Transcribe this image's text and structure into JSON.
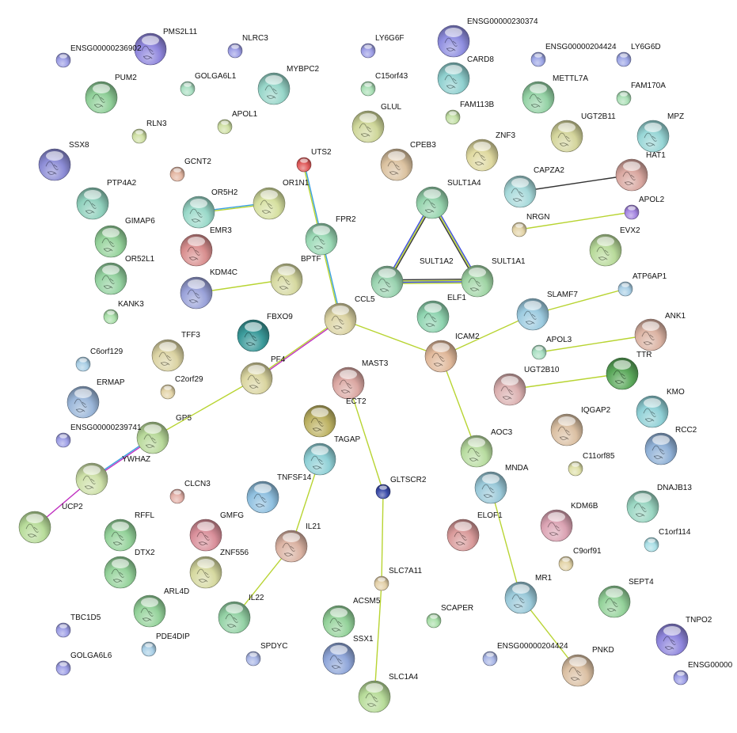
{
  "nodes": [
    {
      "id": "PMS2L11",
      "label": "PMS2L11",
      "color": "#8f86dd",
      "kind": "big",
      "structure": true
    },
    {
      "id": "ENSG00000236902",
      "label": "ENSG00000236902",
      "color": "#9d9ee6",
      "kind": "small"
    },
    {
      "id": "NLRC3",
      "label": "NLRC3",
      "color": "#9d9ee6",
      "kind": "small"
    },
    {
      "id": "LY6G6F",
      "label": "LY6G6F",
      "color": "#9d9ee6",
      "kind": "small"
    },
    {
      "id": "ENSG00000230374",
      "label": "ENSG00000230374",
      "color": "#8f8ee0",
      "kind": "big",
      "structure": true
    },
    {
      "id": "ENSG00000204424a",
      "label": "ENSG00000204424",
      "color": "#9da6e6",
      "kind": "small"
    },
    {
      "id": "LY6G6D",
      "label": "LY6G6D",
      "color": "#9da6e6",
      "kind": "small"
    },
    {
      "id": "PUM2",
      "label": "PUM2",
      "color": "#8fcf98",
      "kind": "big",
      "structure": true
    },
    {
      "id": "GOLGA6L1",
      "label": "GOLGA6L1",
      "color": "#a9dfc2",
      "kind": "small"
    },
    {
      "id": "MYBPC2",
      "label": "MYBPC2",
      "color": "#97d6c9",
      "kind": "big",
      "structure": true
    },
    {
      "id": "C15orf43",
      "label": "C15orf43",
      "color": "#a9dfb5",
      "kind": "small"
    },
    {
      "id": "CARD8",
      "label": "CARD8",
      "color": "#8fd0cf",
      "kind": "big",
      "structure": true
    },
    {
      "id": "METTL7A",
      "label": "METTL7A",
      "color": "#94d2a5",
      "kind": "big",
      "structure": true
    },
    {
      "id": "FAM170A",
      "label": "FAM170A",
      "color": "#a9dfb5",
      "kind": "small"
    },
    {
      "id": "RLN3",
      "label": "RLN3",
      "color": "#cfe0a4",
      "kind": "small"
    },
    {
      "id": "APOL1",
      "label": "APOL1",
      "color": "#cfe0a4",
      "kind": "small"
    },
    {
      "id": "GLUL",
      "label": "GLUL",
      "color": "#cfd79a",
      "kind": "big",
      "structure": true
    },
    {
      "id": "FAM113B",
      "label": "FAM113B",
      "color": "#c2dfa4",
      "kind": "small"
    },
    {
      "id": "UGT2B11",
      "label": "UGT2B11",
      "color": "#d4d59c",
      "kind": "big",
      "structure": true
    },
    {
      "id": "MPZ",
      "label": "MPZ",
      "color": "#97d6d6",
      "kind": "big",
      "structure": true
    },
    {
      "id": "SSX8",
      "label": "SSX8",
      "color": "#8c8cd6",
      "kind": "big",
      "structure": true
    },
    {
      "id": "CPEB3",
      "label": "CPEB3",
      "color": "#dbc2a0",
      "kind": "big",
      "structure": true
    },
    {
      "id": "ZNF3",
      "label": "ZNF3",
      "color": "#dfd9a0",
      "kind": "big",
      "structure": true
    },
    {
      "id": "GCNT2",
      "label": "GCNT2",
      "color": "#e3b6a2",
      "kind": "small"
    },
    {
      "id": "UTS2",
      "label": "UTS2",
      "color": "#e05a5a",
      "kind": "small"
    },
    {
      "id": "HAT1",
      "label": "HAT1",
      "color": "#d9a7a0",
      "kind": "big",
      "structure": true
    },
    {
      "id": "CAPZA2",
      "label": "CAPZA2",
      "color": "#a6d9da",
      "kind": "big",
      "structure": true
    },
    {
      "id": "PTP4A2",
      "label": "PTP4A2",
      "color": "#8fd0bc",
      "kind": "big",
      "structure": true
    },
    {
      "id": "OR5H2",
      "label": "OR5H2",
      "color": "#9ad9c9",
      "kind": "big",
      "structure": true
    },
    {
      "id": "OR1N1",
      "label": "OR1N1",
      "color": "#d6e0a0",
      "kind": "big",
      "structure": true
    },
    {
      "id": "SULT1A4",
      "label": "SULT1A4",
      "color": "#95d3ad",
      "kind": "big",
      "structure": true
    },
    {
      "id": "APOL2",
      "label": "APOL2",
      "color": "#a485e0",
      "kind": "small"
    },
    {
      "id": "NRGN",
      "label": "NRGN",
      "color": "#e3d4a8",
      "kind": "small"
    },
    {
      "id": "GIMAP6",
      "label": "GIMAP6",
      "color": "#94d29a",
      "kind": "big",
      "structure": true
    },
    {
      "id": "EMR3",
      "label": "EMR3",
      "color": "#d98f8f",
      "kind": "big",
      "structure": true
    },
    {
      "id": "FPR2",
      "label": "FPR2",
      "color": "#9ad9b5",
      "kind": "big",
      "structure": true
    },
    {
      "id": "EVX2",
      "label": "EVX2",
      "color": "#b8da9a",
      "kind": "big",
      "structure": true
    },
    {
      "id": "OR52L1",
      "label": "OR52L1",
      "color": "#94d2a0",
      "kind": "big",
      "structure": true
    },
    {
      "id": "KDM4C",
      "label": "KDM4C",
      "color": "#9aa2d9",
      "kind": "big",
      "structure": true
    },
    {
      "id": "BPTF",
      "label": "BPTF",
      "color": "#d6d9a0",
      "kind": "big",
      "structure": true
    },
    {
      "id": "SULT1A2",
      "label": "SULT1A2",
      "color": "#9ad3b0",
      "kind": "big",
      "structure": true
    },
    {
      "id": "SULT1A1",
      "label": "SULT1A1",
      "color": "#a0d5a5",
      "kind": "big",
      "structure": true
    },
    {
      "id": "ATP6AP1",
      "label": "ATP6AP1",
      "color": "#a9cfe6",
      "kind": "small"
    },
    {
      "id": "KANK3",
      "label": "KANK3",
      "color": "#a9dfa9",
      "kind": "small"
    },
    {
      "id": "CCL5",
      "label": "CCL5",
      "color": "#dbd3a3",
      "kind": "big",
      "structure": true
    },
    {
      "id": "ELF1",
      "label": "ELF1",
      "color": "#8fd4b0",
      "kind": "big",
      "structure": true
    },
    {
      "id": "SLAMF7",
      "label": "SLAMF7",
      "color": "#9ccbe0",
      "kind": "big",
      "structure": true
    },
    {
      "id": "ANK1",
      "label": "ANK1",
      "color": "#dbb3a3",
      "kind": "big",
      "structure": true
    },
    {
      "id": "FBXO9",
      "label": "FBXO9",
      "color": "#3a9a9a",
      "kind": "big",
      "structure": true
    },
    {
      "id": "TFF3",
      "label": "TFF3",
      "color": "#dbd3a3",
      "kind": "big",
      "structure": true
    },
    {
      "id": "ICAM2",
      "label": "ICAM2",
      "color": "#e0b89a",
      "kind": "big",
      "structure": true
    },
    {
      "id": "APOL3",
      "label": "APOL3",
      "color": "#a9dfc2",
      "kind": "small"
    },
    {
      "id": "C6orf129",
      "label": "C6orf129",
      "color": "#a9cfe6",
      "kind": "small"
    },
    {
      "id": "PF4",
      "label": "PF4",
      "color": "#dad5a0",
      "kind": "big",
      "structure": true
    },
    {
      "id": "MAST3",
      "label": "MAST3",
      "color": "#dba8a3",
      "kind": "big",
      "structure": true
    },
    {
      "id": "TTR",
      "label": "TTR",
      "color": "#5aa85a",
      "kind": "big",
      "structure": true
    },
    {
      "id": "UGT2B10",
      "label": "UGT2B10",
      "color": "#dbb0b0",
      "kind": "big",
      "structure": true
    },
    {
      "id": "ERMAP",
      "label": "ERMAP",
      "color": "#9ab6d9",
      "kind": "big",
      "structure": true
    },
    {
      "id": "C2orf29",
      "label": "C2orf29",
      "color": "#e3d4a8",
      "kind": "small"
    },
    {
      "id": "KMO",
      "label": "KMO",
      "color": "#8fd0d6",
      "kind": "big",
      "structure": true
    },
    {
      "id": "ECT2",
      "label": "ECT2",
      "color": "#bdb263",
      "kind": "big",
      "structure": true
    },
    {
      "id": "IQGAP2",
      "label": "IQGAP2",
      "color": "#dbc0a3",
      "kind": "big",
      "structure": true
    },
    {
      "id": "GP5",
      "label": "GP5",
      "color": "#b8d99a",
      "kind": "big",
      "structure": true
    },
    {
      "id": "ENSG00000239741",
      "label": "ENSG00000239741",
      "color": "#9d9ee6",
      "kind": "small"
    },
    {
      "id": "RCC2",
      "label": "RCC2",
      "color": "#8fb0d6",
      "kind": "big",
      "structure": true
    },
    {
      "id": "TAGAP",
      "label": "TAGAP",
      "color": "#8fd0d6",
      "kind": "big",
      "structure": true
    },
    {
      "id": "AOC3",
      "label": "AOC3",
      "color": "#b8dca0",
      "kind": "big",
      "structure": true
    },
    {
      "id": "C11orf85",
      "label": "C11orf85",
      "color": "#dfe0a8",
      "kind": "small"
    },
    {
      "id": "YWHAZ",
      "label": "YWHAZ",
      "color": "#cde0a8",
      "kind": "big",
      "structure": true
    },
    {
      "id": "TNFSF14",
      "label": "TNFSF14",
      "color": "#8fc0e0",
      "kind": "big",
      "structure": true
    },
    {
      "id": "GLTSCR2",
      "label": "GLTSCR2",
      "color": "#3a4aa8",
      "kind": "small"
    },
    {
      "id": "MNDA",
      "label": "MNDA",
      "color": "#9ac9d9",
      "kind": "big",
      "structure": true
    },
    {
      "id": "CLCN3",
      "label": "CLCN3",
      "color": "#e3b0a8",
      "kind": "small"
    },
    {
      "id": "DNAJB13",
      "label": "DNAJB13",
      "color": "#9ad6c2",
      "kind": "big",
      "structure": true
    },
    {
      "id": "UCP2",
      "label": "UCP2",
      "color": "#b8dc9a",
      "kind": "big",
      "structure": true
    },
    {
      "id": "RFFL",
      "label": "RFFL",
      "color": "#94d29a",
      "kind": "big",
      "structure": true
    },
    {
      "id": "GMFG",
      "label": "GMFG",
      "color": "#d98f9a",
      "kind": "big",
      "structure": true
    },
    {
      "id": "ELOF1",
      "label": "ELOF1",
      "color": "#d99a9a",
      "kind": "big",
      "structure": true
    },
    {
      "id": "KDM6B",
      "label": "KDM6B",
      "color": "#dba3b3",
      "kind": "big",
      "structure": true
    },
    {
      "id": "C1orf114",
      "label": "C1orf114",
      "color": "#a9dfe6",
      "kind": "small"
    },
    {
      "id": "IL21",
      "label": "IL21",
      "color": "#dbb3a3",
      "kind": "big",
      "structure": true
    },
    {
      "id": "C9orf91",
      "label": "C9orf91",
      "color": "#e3d4a8",
      "kind": "small"
    },
    {
      "id": "DTX2",
      "label": "DTX2",
      "color": "#94d29a",
      "kind": "big",
      "structure": true
    },
    {
      "id": "ZNF556",
      "label": "ZNF556",
      "color": "#d6d9a0",
      "kind": "big",
      "structure": true
    },
    {
      "id": "SLC7A11",
      "label": "SLC7A11",
      "color": "#e3d0a8",
      "kind": "small"
    },
    {
      "id": "ARL4D",
      "label": "ARL4D",
      "color": "#94d29a",
      "kind": "big",
      "structure": true
    },
    {
      "id": "MR1",
      "label": "MR1",
      "color": "#9ac9d9",
      "kind": "big",
      "structure": true
    },
    {
      "id": "SEPT4",
      "label": "SEPT4",
      "color": "#94d29a",
      "kind": "big",
      "structure": true
    },
    {
      "id": "IL22",
      "label": "IL22",
      "color": "#94d2a5",
      "kind": "big",
      "structure": true
    },
    {
      "id": "ACSM5",
      "label": "ACSM5",
      "color": "#94d29a",
      "kind": "big",
      "structure": true
    },
    {
      "id": "SCAPER",
      "label": "SCAPER",
      "color": "#a9dfa9",
      "kind": "small"
    },
    {
      "id": "TBC1D5",
      "label": "TBC1D5",
      "color": "#9d9ee6",
      "kind": "small"
    },
    {
      "id": "TNPO2",
      "label": "TNPO2",
      "color": "#8f86dd",
      "kind": "big",
      "structure": true
    },
    {
      "id": "PDE4DIP",
      "label": "PDE4DIP",
      "color": "#a9cfe6",
      "kind": "small"
    },
    {
      "id": "SSX1",
      "label": "SSX1",
      "color": "#8fa6d9",
      "kind": "big",
      "structure": true
    },
    {
      "id": "ENSG00000204424b",
      "label": "ENSG00000204424",
      "color": "#a9b6e6",
      "kind": "small"
    },
    {
      "id": "PNKD",
      "label": "PNKD",
      "color": "#dbc0a3",
      "kind": "big",
      "structure": true
    },
    {
      "id": "SPDYC",
      "label": "SPDYC",
      "color": "#a9b6e6",
      "kind": "small"
    },
    {
      "id": "GOLGA6L6",
      "label": "GOLGA6L6",
      "color": "#9d9ee6",
      "kind": "small"
    },
    {
      "id": "SLC1A4",
      "label": "SLC1A4",
      "color": "#b8dc9a",
      "kind": "big",
      "structure": true
    },
    {
      "id": "ENSG00000",
      "label": "ENSG00000",
      "color": "#9d9ee6",
      "kind": "small"
    }
  ],
  "edges": [
    {
      "source": "CAPZA2",
      "target": "HAT1",
      "colors": [
        "#333333"
      ]
    },
    {
      "source": "NRGN",
      "target": "APOL2",
      "colors": [
        "#b8d432"
      ]
    },
    {
      "source": "OR5H2",
      "target": "OR1N1",
      "colors": [
        "#3aa0e0",
        "#b8d432"
      ]
    },
    {
      "source": "UTS2",
      "target": "FPR2",
      "colors": [
        "#3aa0e0",
        "#b8d432"
      ]
    },
    {
      "source": "FPR2",
      "target": "CCL5",
      "colors": [
        "#3aa0e0",
        "#b8d432"
      ]
    },
    {
      "source": "KDM4C",
      "target": "BPTF",
      "colors": [
        "#b8d432"
      ]
    },
    {
      "source": "SULT1A4",
      "target": "SULT1A2",
      "colors": [
        "#333333",
        "#b8d432",
        "#3a4ae0"
      ]
    },
    {
      "source": "SULT1A4",
      "target": "SULT1A1",
      "colors": [
        "#3a4ae0",
        "#b8d432",
        "#333333"
      ]
    },
    {
      "source": "SULT1A2",
      "target": "SULT1A1",
      "colors": [
        "#333333",
        "#b8d432",
        "#3a4ae0",
        "#b8d432"
      ]
    },
    {
      "source": "CCL5",
      "target": "PF4",
      "colors": [
        "#c030c0",
        "#b8d432"
      ]
    },
    {
      "source": "CCL5",
      "target": "ICAM2",
      "colors": [
        "#b8d432"
      ]
    },
    {
      "source": "ICAM2",
      "target": "SLAMF7",
      "colors": [
        "#b8d432"
      ]
    },
    {
      "source": "SLAMF7",
      "target": "ATP6AP1",
      "colors": [
        "#b8d432"
      ]
    },
    {
      "source": "ICAM2",
      "target": "AOC3",
      "colors": [
        "#b8d432"
      ]
    },
    {
      "source": "APOL3",
      "target": "ANK1",
      "colors": [
        "#b8d432"
      ]
    },
    {
      "source": "UGT2B10",
      "target": "TTR",
      "colors": [
        "#b8d432"
      ]
    },
    {
      "source": "PF4",
      "target": "GP5",
      "colors": [
        "#b8d432"
      ]
    },
    {
      "source": "GP5",
      "target": "YWHAZ",
      "colors": [
        "#c030c0",
        "#3aa0e0"
      ]
    },
    {
      "source": "YWHAZ",
      "target": "UCP2",
      "colors": [
        "#c030c0"
      ]
    },
    {
      "source": "MAST3",
      "target": "GLTSCR2",
      "colors": [
        "#b8d432"
      ]
    },
    {
      "source": "GLTSCR2",
      "target": "SLC7A11",
      "colors": [
        "#b8d432"
      ]
    },
    {
      "source": "SLC7A11",
      "target": "SLC1A4",
      "colors": [
        "#b8d432"
      ]
    },
    {
      "source": "TAGAP",
      "target": "IL21",
      "colors": [
        "#b8d432"
      ]
    },
    {
      "source": "IL21",
      "target": "IL22",
      "colors": [
        "#b8d432"
      ]
    },
    {
      "source": "MNDA",
      "target": "MR1",
      "colors": [
        "#b8d432"
      ]
    },
    {
      "source": "MR1",
      "target": "PNKD",
      "colors": [
        "#b8d432"
      ]
    }
  ]
}
